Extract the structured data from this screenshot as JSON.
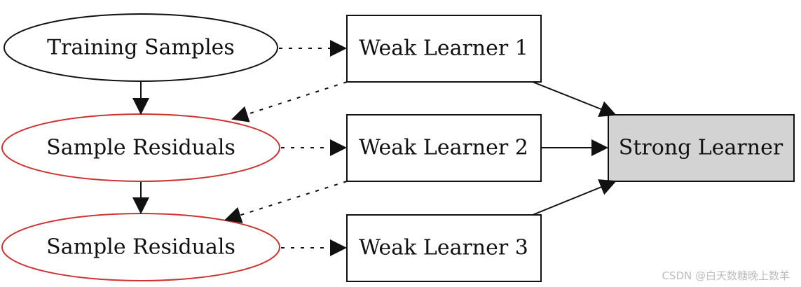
{
  "nodes": {
    "training_samples": "Training Samples",
    "residuals_1": "Sample Residuals",
    "residuals_2": "Sample Residuals",
    "weak_1": "Weak Learner 1",
    "weak_2": "Weak Learner 2",
    "weak_3": "Weak Learner 3",
    "strong": "Strong Learner"
  },
  "colors": {
    "residual_outline": "#cc3333",
    "ellipse_outline": "#111111",
    "box_outline": "#111111",
    "strong_fill": "#d3d3d3",
    "edge": "#111111"
  },
  "watermark": "CSDN @白天数糖晚上数羊"
}
